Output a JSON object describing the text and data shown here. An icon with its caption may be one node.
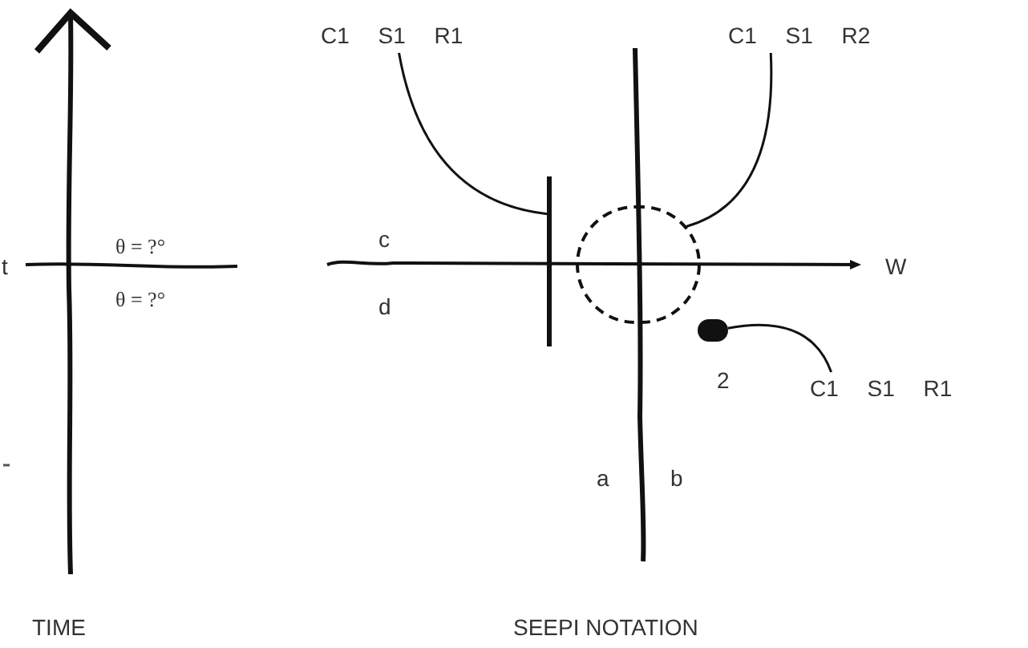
{
  "diagram": {
    "nodes": [
      {
        "text": [
          "C1 S1 R1"
        ]
      },
      {
        "text": [
          "C1 S1 R2"
        ]
      },
      {
        "text": [
          "C1 S1 R1"
        ]
      },
      {
        "text": [],
        "shape": "bar"
      },
      {
        "text": [],
        "shape": "circle"
      },
      {
        "text": [],
        "shape": "circle"
      }
    ],
    "edges": [
      {
        "from": 0,
        "to": 3,
        "arrow": "none"
      },
      {
        "from": 1,
        "to": 4,
        "arrow": "none"
      },
      {
        "from": 2,
        "to": 5,
        "arrow": "none"
      }
    ],
    "labels": [
      "t",
      "θ = ?°",
      "θ = ?°",
      "c",
      "W",
      "d",
      "2",
      "a",
      "b",
      "TIME",
      "SEEPI NOTATION"
    ]
  }
}
